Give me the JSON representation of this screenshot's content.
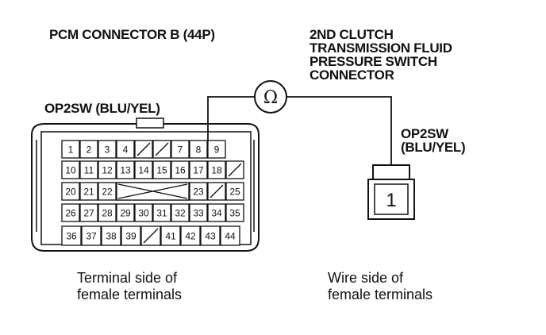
{
  "labels": {
    "pcm_connector": "PCM CONNECTOR B (44P)",
    "switch_connector": "2ND CLUTCH\nTRANSMISSION FLUID\nPRESSURE SWITCH\nCONNECTOR",
    "op2sw_left": "OP2SW (BLU/YEL)",
    "op2sw_right": "OP2SW\n(BLU/YEL)",
    "terminal_side": "Terminal side of\nfemale terminals",
    "wire_side": "Wire side of\nfemale terminals"
  },
  "meter_symbol": "Ω",
  "pcm_pins": {
    "row1": [
      "1",
      "2",
      "3",
      "4",
      "",
      "",
      "7",
      "8",
      "9"
    ],
    "row2": [
      "10",
      "11",
      "12",
      "13",
      "14",
      "15",
      "16",
      "17",
      "18",
      ""
    ],
    "row3": [
      "20",
      "21",
      "22",
      "",
      "",
      "",
      "",
      "23",
      "",
      "25"
    ],
    "row4": [
      "26",
      "27",
      "28",
      "29",
      "30",
      "31",
      "32",
      "33",
      "34",
      "35"
    ],
    "row5": [
      "36",
      "37",
      "38",
      "39",
      "",
      "41",
      "42",
      "43",
      "44"
    ]
  },
  "switch_pin": "1"
}
